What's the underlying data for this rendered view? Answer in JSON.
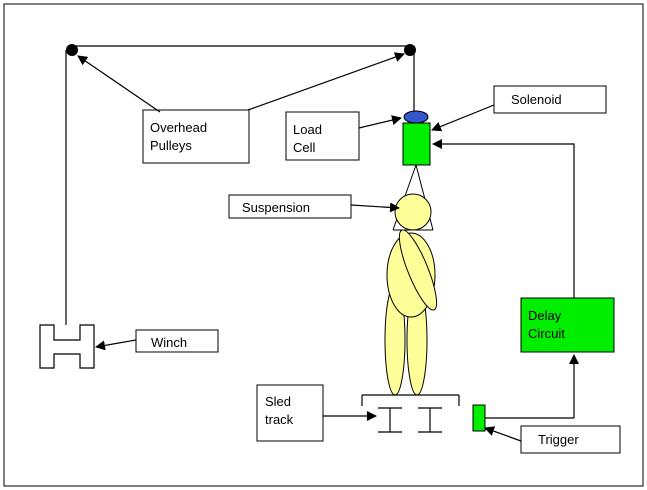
{
  "labels": {
    "overhead_pulleys": [
      "Overhead",
      "Pulleys"
    ],
    "load_cell": [
      "Load",
      "Cell"
    ],
    "solenoid": "Solenoid",
    "suspension": "Suspension",
    "winch": "Winch",
    "delay_circuit": [
      "Delay",
      "Circuit"
    ],
    "sled_track": [
      "Sled",
      "track"
    ],
    "trigger": "Trigger"
  },
  "colors": {
    "line": "#000000",
    "pulley": "#000000",
    "load_cell_fill": "#3355cc",
    "component_green": "#00ee00",
    "body_fill": "#ffff99"
  }
}
